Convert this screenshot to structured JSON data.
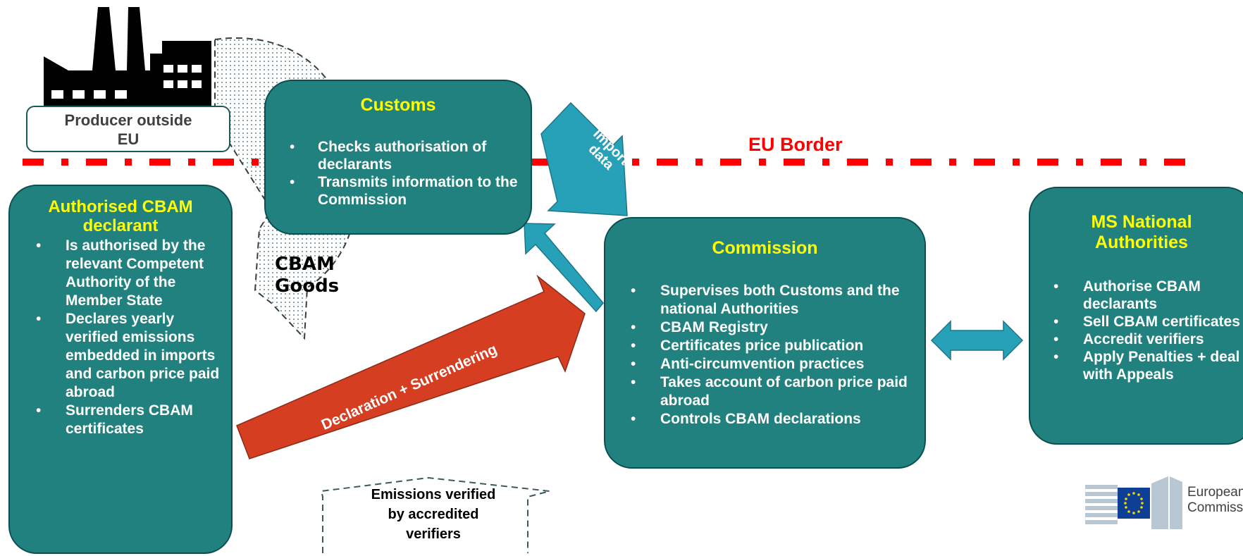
{
  "producer": {
    "label_line1": "Producer outside",
    "label_line2": "EU"
  },
  "border_label": "EU Border",
  "goods_label": {
    "line1": "CBAM",
    "line2": "Goods"
  },
  "customs": {
    "title": "Customs",
    "items": [
      "Checks authorisation of declarants",
      "Transmits information to the Commission"
    ]
  },
  "import_arrow_label": {
    "line1": "Import",
    "line2": "data"
  },
  "declarant": {
    "title_line1": "Authorised CBAM",
    "title_line2": "declarant",
    "items": [
      "Is authorised by the relevant Competent Authority of the Member State",
      "Declares yearly verified emissions embedded in imports and carbon price paid abroad",
      "Surrenders CBAM certificates"
    ]
  },
  "commission": {
    "title": "Commission",
    "items": [
      "Supervises both Customs and the national Authorities",
      "CBAM Registry",
      "Certificates price publication",
      "Anti-circumvention practices",
      "Takes account of carbon price paid abroad",
      "Controls CBAM declarations"
    ]
  },
  "ms": {
    "title_line1": "MS National",
    "title_line2": "Authorities",
    "items": [
      "Authorise CBAM declarants",
      "Sell CBAM certificates",
      "Accredit verifiers",
      "Apply Penalties + deal with Appeals"
    ]
  },
  "declaration_arrow_label": "Declaration + Surrendering",
  "verified_label": {
    "line1": "Emissions verified",
    "line2": "by accredited",
    "line3": "verifiers"
  },
  "logo": {
    "line1": "European",
    "line2": "Commission"
  },
  "colors": {
    "box_fill": "#21817f",
    "box_border": "#0b4e52",
    "title": "#ffff00",
    "border_line": "#ff0000",
    "arrow_blue": "#27a1b7",
    "arrow_red": "#d63e21"
  }
}
